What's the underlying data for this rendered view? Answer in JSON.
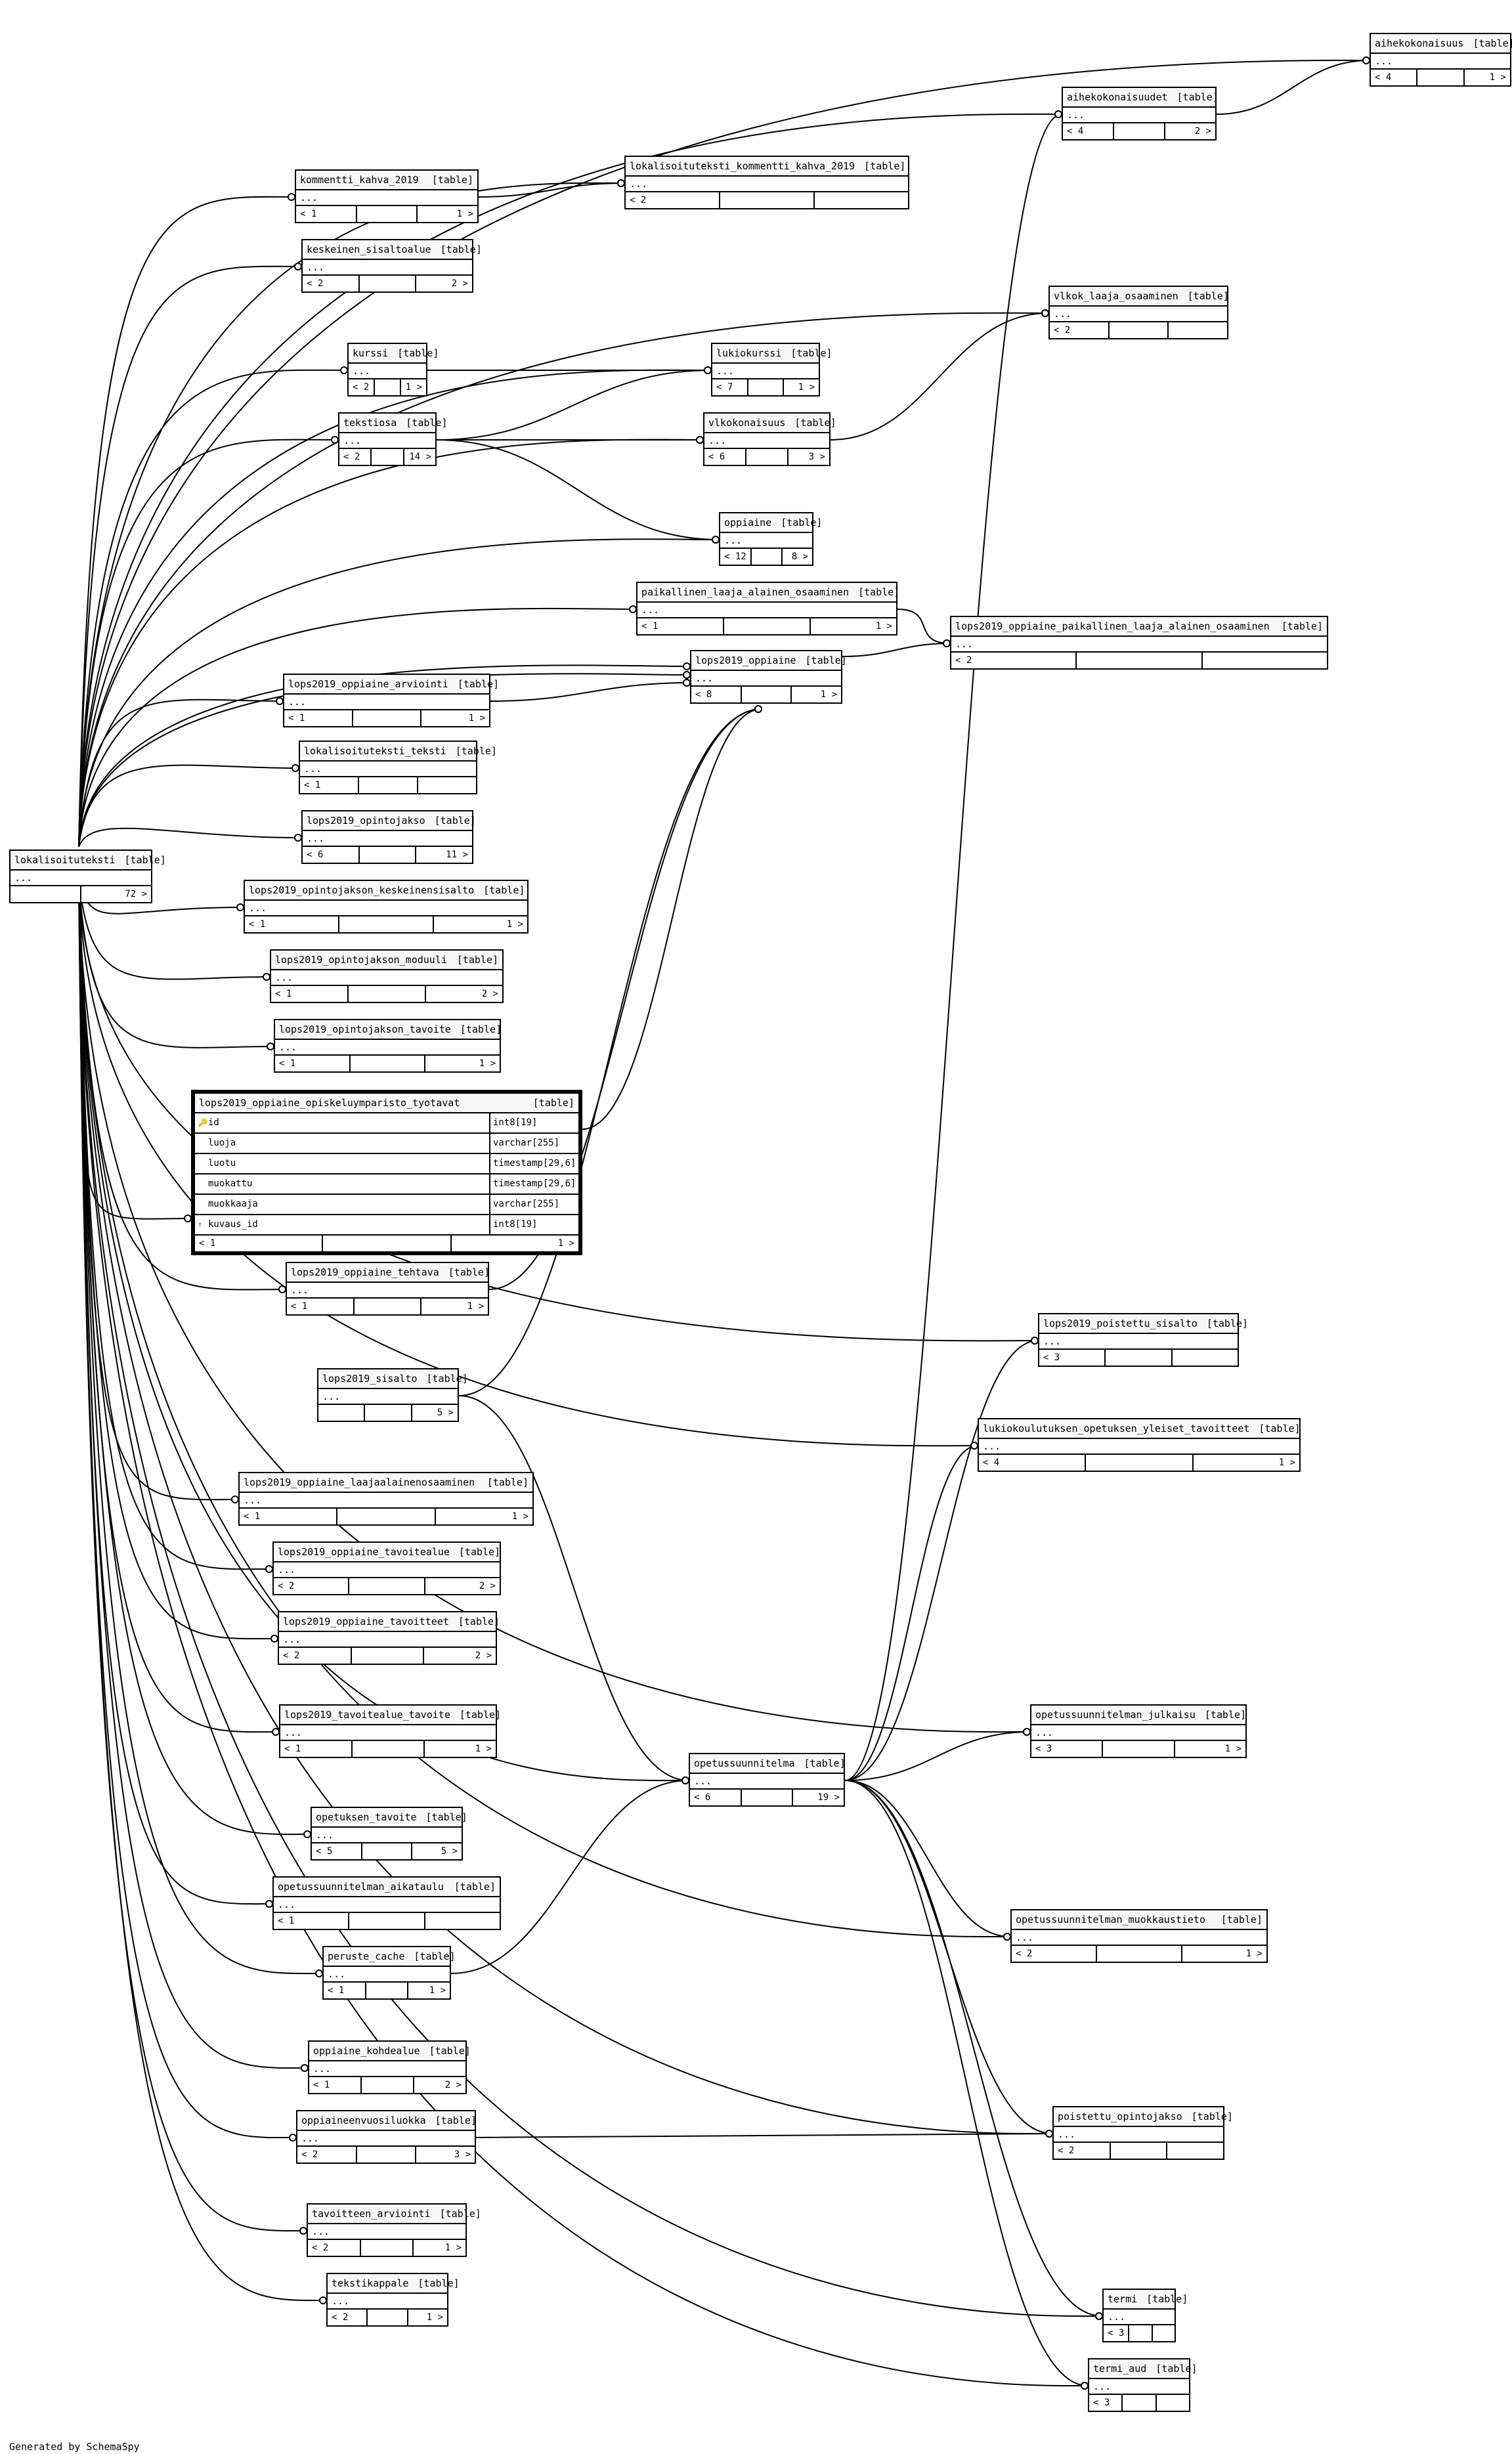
{
  "footer": "Generated by SchemaSpy",
  "tables": [
    {
      "name": "lokalisoituteksti",
      "kind": "[table]",
      "dots": "...",
      "left": "",
      "right": "72 >"
    },
    {
      "name": "aihekokonaisuus",
      "kind": "[table]",
      "dots": "...",
      "left": "< 4",
      "mid": "",
      "right": "1 >"
    },
    {
      "name": "aihekokonaisuudet",
      "kind": "[table]",
      "dots": "...",
      "left": "< 4",
      "mid": "",
      "right": "2 >"
    },
    {
      "name": "kommentti_kahva_2019",
      "kind": "[table]",
      "dots": "...",
      "left": "< 1",
      "mid": "",
      "right": "1 >"
    },
    {
      "name": "lokalisoituteksti_kommentti_kahva_2019",
      "kind": "[table]",
      "dots": "...",
      "left": "< 2",
      "mid": "",
      "right": ""
    },
    {
      "name": "keskeinen_sisaltoalue",
      "kind": "[table]",
      "dots": "...",
      "left": "< 2",
      "mid": "",
      "right": "2 >"
    },
    {
      "name": "vlkok_laaja_osaaminen",
      "kind": "[table]",
      "dots": "...",
      "left": "< 2",
      "mid": "",
      "right": ""
    },
    {
      "name": "kurssi",
      "kind": "[table]",
      "dots": "...",
      "left": "< 2",
      "mid": "",
      "right": "1 >"
    },
    {
      "name": "lukiokurssi",
      "kind": "[table]",
      "dots": "...",
      "left": "< 7",
      "mid": "",
      "right": "1 >"
    },
    {
      "name": "tekstiosa",
      "kind": "[table]",
      "dots": "...",
      "left": "< 2",
      "mid": "",
      "right": "14 >"
    },
    {
      "name": "vlkokonaisuus",
      "kind": "[table]",
      "dots": "...",
      "left": "< 6",
      "mid": "",
      "right": "3 >"
    },
    {
      "name": "oppiaine",
      "kind": "[table]",
      "dots": "...",
      "left": "< 12",
      "mid": "",
      "right": "8 >"
    },
    {
      "name": "paikallinen_laaja_alainen_osaaminen",
      "kind": "[table]",
      "dots": "...",
      "left": "< 1",
      "mid": "",
      "right": "1 >"
    },
    {
      "name": "lops2019_oppiaine_paikallinen_laaja_alainen_osaaminen",
      "kind": "[table]",
      "dots": "...",
      "left": "< 2",
      "mid": "",
      "right": ""
    },
    {
      "name": "lops2019_oppiaine",
      "kind": "[table]",
      "dots": "...",
      "left": "< 8",
      "mid": "",
      "right": "1 >"
    },
    {
      "name": "lops2019_oppiaine_arviointi",
      "kind": "[table]",
      "dots": "...",
      "left": "< 1",
      "mid": "",
      "right": "1 >"
    },
    {
      "name": "lokalisoituteksti_teksti",
      "kind": "[table]",
      "dots": "...",
      "left": "< 1",
      "mid": "",
      "right": ""
    },
    {
      "name": "lops2019_opintojakso",
      "kind": "[table]",
      "dots": "...",
      "left": "< 6",
      "mid": "",
      "right": "11 >"
    },
    {
      "name": "lops2019_opintojakson_keskeinensisalto",
      "kind": "[table]",
      "dots": "...",
      "left": "< 1",
      "mid": "",
      "right": "1 >"
    },
    {
      "name": "lops2019_opintojakson_moduuli",
      "kind": "[table]",
      "dots": "...",
      "left": "< 1",
      "mid": "",
      "right": "2 >"
    },
    {
      "name": "lops2019_opintojakson_tavoite",
      "kind": "[table]",
      "dots": "...",
      "left": "< 1",
      "mid": "",
      "right": "1 >"
    },
    {
      "name": "lops2019_oppiaine_tehtava",
      "kind": "[table]",
      "dots": "...",
      "left": "< 1",
      "mid": "",
      "right": "1 >"
    },
    {
      "name": "lops2019_poistettu_sisalto",
      "kind": "[table]",
      "dots": "...",
      "left": "< 3",
      "mid": "",
      "right": ""
    },
    {
      "name": "lops2019_sisalto",
      "kind": "[table]",
      "dots": "...",
      "left": "",
      "mid": "",
      "right": "5 >"
    },
    {
      "name": "lukiokoulutuksen_opetuksen_yleiset_tavoitteet",
      "kind": "[table]",
      "dots": "...",
      "left": "< 4",
      "mid": "",
      "right": "1 >"
    },
    {
      "name": "lops2019_oppiaine_laajaalainenosaaminen",
      "kind": "[table]",
      "dots": "...",
      "left": "< 1",
      "mid": "",
      "right": "1 >"
    },
    {
      "name": "lops2019_oppiaine_tavoitealue",
      "kind": "[table]",
      "dots": "...",
      "left": "< 2",
      "mid": "",
      "right": "2 >"
    },
    {
      "name": "lops2019_oppiaine_tavoitteet",
      "kind": "[table]",
      "dots": "...",
      "left": "< 2",
      "mid": "",
      "right": "2 >"
    },
    {
      "name": "lops2019_tavoitealue_tavoite",
      "kind": "[table]",
      "dots": "...",
      "left": "< 1",
      "mid": "",
      "right": "1 >"
    },
    {
      "name": "opetussuunnitelman_julkaisu",
      "kind": "[table]",
      "dots": "...",
      "left": "< 3",
      "mid": "",
      "right": "1 >"
    },
    {
      "name": "opetussuunnitelma",
      "kind": "[table]",
      "dots": "...",
      "left": "< 6",
      "mid": "",
      "right": "19 >"
    },
    {
      "name": "opetuksen_tavoite",
      "kind": "[table]",
      "dots": "...",
      "left": "< 5",
      "mid": "",
      "right": "5 >"
    },
    {
      "name": "opetussuunnitelman_aikataulu",
      "kind": "[table]",
      "dots": "...",
      "left": "< 1",
      "mid": "",
      "right": ""
    },
    {
      "name": "opetussuunnitelman_muokkaustieto",
      "kind": "[table]",
      "dots": "...",
      "left": "< 2",
      "mid": "",
      "right": "1 >"
    },
    {
      "name": "peruste_cache",
      "kind": "[table]",
      "dots": "...",
      "left": "< 1",
      "mid": "",
      "right": "1 >"
    },
    {
      "name": "oppiaine_kohdealue",
      "kind": "[table]",
      "dots": "...",
      "left": "< 1",
      "mid": "",
      "right": "2 >"
    },
    {
      "name": "oppiaineenvuosiluokka",
      "kind": "[table]",
      "dots": "...",
      "left": "< 2",
      "mid": "",
      "right": "3 >"
    },
    {
      "name": "poistettu_opintojakso",
      "kind": "[table]",
      "dots": "...",
      "left": "< 2",
      "mid": "",
      "right": ""
    },
    {
      "name": "tavoitteen_arviointi",
      "kind": "[table]",
      "dots": "...",
      "left": "< 2",
      "mid": "",
      "right": "1 >"
    },
    {
      "name": "tekstikappale",
      "kind": "[table]",
      "dots": "...",
      "left": "< 2",
      "mid": "",
      "right": "1 >"
    },
    {
      "name": "termi",
      "kind": "[table]",
      "dots": "...",
      "left": "< 3",
      "mid": "",
      "right": ""
    },
    {
      "name": "termi_aud",
      "kind": "[table]",
      "dots": "...",
      "left": "< 3",
      "mid": "",
      "right": ""
    }
  ],
  "focus_table": {
    "name": "lops2019_oppiaine_opiskeluymparisto_tyotavat",
    "kind": "[table]",
    "columns": [
      {
        "name": "id",
        "type": "int8[19]",
        "key": "pk"
      },
      {
        "name": "luoja",
        "type": "varchar[255]",
        "key": ""
      },
      {
        "name": "luotu",
        "type": "timestamp[29,6]",
        "key": ""
      },
      {
        "name": "muokattu",
        "type": "timestamp[29,6]",
        "key": ""
      },
      {
        "name": "muokkaaja",
        "type": "varchar[255]",
        "key": ""
      },
      {
        "name": "kuvaus_id",
        "type": "int8[19]",
        "key": "fk"
      }
    ],
    "left": "< 1",
    "mid": "",
    "right": "1 >"
  },
  "colors": {
    "line": "#000000",
    "header_bg": "#f7f7f7",
    "pk_key": "#c9a800"
  }
}
